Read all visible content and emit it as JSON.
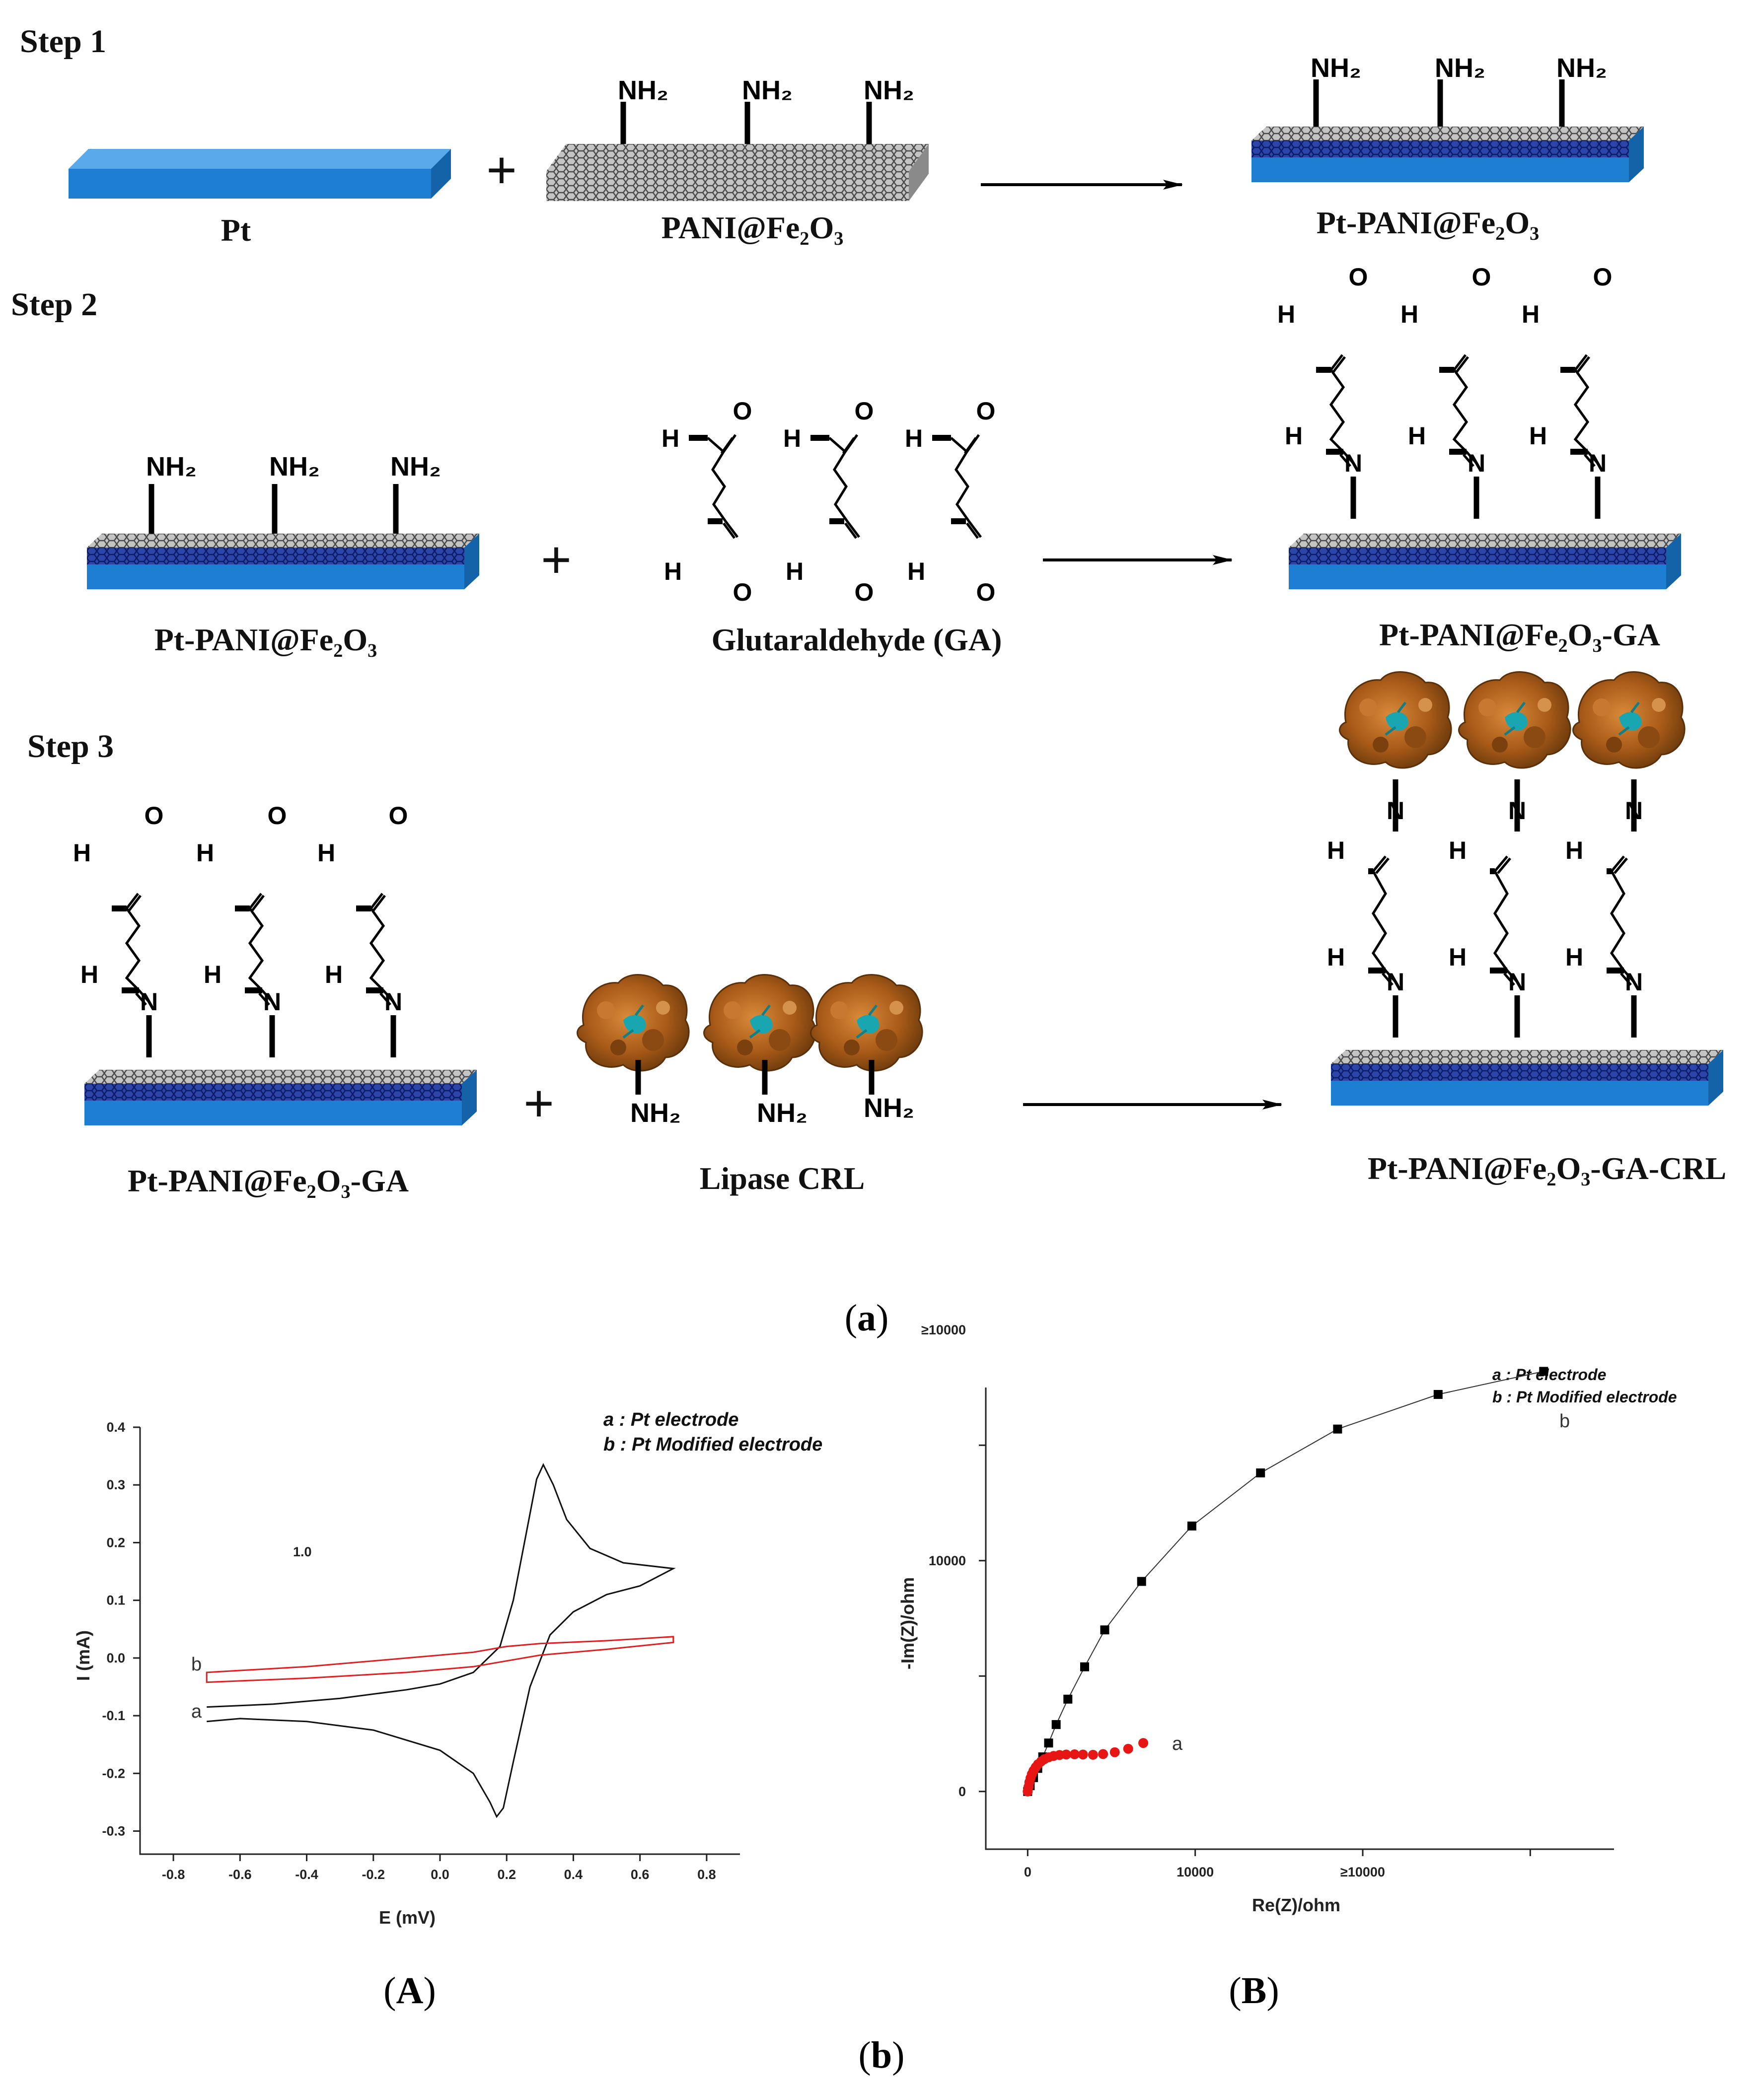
{
  "steps": {
    "step1": {
      "title": "Step 1",
      "pt_label": "Pt",
      "pani_label": "PANI@Fe₂O₃",
      "product_label": "Pt-PANI@Fe₂O₃",
      "nh2": "NH₂",
      "plus": "+"
    },
    "step2": {
      "title": "Step 2",
      "reactant_label": "Pt-PANI@Fe₂O₃",
      "ga_label": "Glutaraldehyde (GA)",
      "product_label": "Pt-PANI@Fe₂O₃-GA",
      "plus": "+"
    },
    "step3": {
      "title": "Step 3",
      "reactant_label": "Pt-PANI@Fe₂O₃-GA",
      "lipase_label": "Lipase CRL",
      "product_label": "Pt-PANI@Fe₂O₃-GA-CRL",
      "plus": "+"
    },
    "atoms": {
      "H": "H",
      "O": "O",
      "N": "N"
    }
  },
  "captions": {
    "a": "a",
    "b": "b",
    "A": "A",
    "B": "B"
  },
  "colors": {
    "electrode": "#1e7fd2",
    "electrode_side": "#1462a8",
    "pani_dark": "#1a2e8c",
    "curve_a": "#111111",
    "curve_b": "#e02020",
    "enzyme": "#b5651d"
  },
  "chart_data": [
    {
      "type": "line",
      "xlabel": "E (mV)",
      "ylabel": "I (mA)",
      "xlim": [
        -0.9,
        0.9
      ],
      "ylim": [
        -0.34,
        0.4
      ],
      "xticks": [
        -0.8,
        -0.6,
        -0.4,
        -0.2,
        0.0,
        0.2,
        0.4,
        0.6,
        0.8
      ],
      "yticks": [
        0.4,
        0.3,
        0.2,
        0.1,
        0.0,
        -0.1,
        -0.2,
        -0.3
      ],
      "annotation": "1.0",
      "legend": [
        "a : Pt  electrode",
        "b : Pt Modified electrode"
      ],
      "legend_position": "top-right",
      "series": [
        {
          "label": "a",
          "x": [
            -0.7,
            -0.5,
            -0.3,
            -0.1,
            0.0,
            0.1,
            0.18,
            0.22,
            0.26,
            0.29,
            0.31,
            0.34,
            0.38,
            0.45,
            0.55,
            0.7,
            0.6,
            0.5,
            0.4,
            0.33,
            0.27,
            0.22,
            0.19,
            0.17,
            0.15,
            0.1,
            0.0,
            -0.2,
            -0.4,
            -0.6,
            -0.7
          ],
          "y": [
            -0.085,
            -0.08,
            -0.07,
            -0.055,
            -0.045,
            -0.025,
            0.02,
            0.1,
            0.22,
            0.31,
            0.335,
            0.3,
            0.24,
            0.19,
            0.165,
            0.155,
            0.125,
            0.11,
            0.08,
            0.04,
            -0.05,
            -0.18,
            -0.26,
            -0.275,
            -0.25,
            -0.2,
            -0.16,
            -0.125,
            -0.11,
            -0.105,
            -0.11
          ]
        },
        {
          "label": "b",
          "x": [
            -0.7,
            -0.4,
            -0.1,
            0.1,
            0.2,
            0.3,
            0.5,
            0.7,
            0.7,
            0.5,
            0.3,
            0.2,
            0.1,
            -0.1,
            -0.4,
            -0.7,
            -0.7
          ],
          "y": [
            -0.025,
            -0.015,
            0.0,
            0.01,
            0.02,
            0.025,
            0.03,
            0.037,
            0.027,
            0.015,
            0.005,
            -0.005,
            -0.015,
            -0.025,
            -0.035,
            -0.042,
            -0.025
          ]
        }
      ]
    },
    {
      "type": "scatter",
      "xlabel": "Re(Z)/ohm",
      "ylabel": "-Im(Z)/ohm",
      "xlim": [
        -2500,
        35000
      ],
      "ylim": [
        -2500,
        17500
      ],
      "xtick_labels": [
        "0",
        "10000",
        "≥10000"
      ],
      "ytick_labels": [
        "0",
        "10000",
        "≥10000"
      ],
      "legend": [
        "a : Pt  electrode",
        "b : Pt Modified electrode"
      ],
      "legend_position": "top-right",
      "series": [
        {
          "label": "b",
          "x": [
            0,
            150,
            350,
            600,
            900,
            1250,
            1700,
            2400,
            3400,
            4600,
            6800,
            9800,
            13900,
            18500,
            24500,
            30800
          ],
          "y": [
            0,
            250,
            600,
            1000,
            1500,
            2100,
            2900,
            4000,
            5400,
            7000,
            9100,
            11500,
            13800,
            15700,
            17200,
            18200
          ]
        },
        {
          "label": "a",
          "x": [
            0,
            50,
            100,
            170,
            250,
            350,
            480,
            620,
            800,
            1000,
            1250,
            1550,
            1900,
            2300,
            2800,
            3300,
            3900,
            4500,
            5200,
            6000,
            6900
          ],
          "y": [
            0,
            200,
            400,
            580,
            750,
            900,
            1050,
            1180,
            1300,
            1400,
            1480,
            1540,
            1580,
            1600,
            1610,
            1600,
            1590,
            1620,
            1700,
            1850,
            2100
          ]
        }
      ]
    }
  ]
}
